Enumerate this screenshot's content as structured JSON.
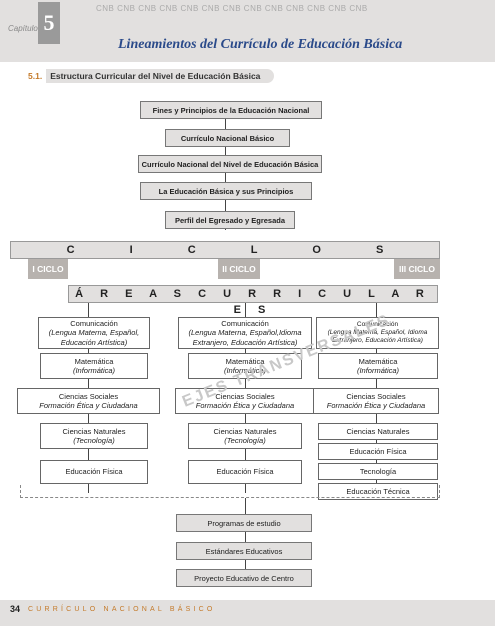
{
  "header": {
    "chapter_label": "Capítulo",
    "chapter_number": "5",
    "cnb_strip": "CNB CNB CNB CNB CNB CNB CNB CNB CNB CNB CNB CNB CNB",
    "title": "Lineamientos del Currículo de Educación Básica"
  },
  "section": {
    "number": "5.1.",
    "title": "Estructura Curricular del Nivel de Educación Básica"
  },
  "top_chain": [
    "Fines y Principios de la Educación Nacional",
    "Currículo Nacional Básico",
    "Currículo Nacional del Nivel  de Educación Básica",
    "La Educación Básica y sus Principios",
    "Perfil del Egresado y Egresada"
  ],
  "ciclos": {
    "band": "C I C L O S",
    "tags": [
      "I CICLO",
      "II CICLO",
      "III CICLO"
    ]
  },
  "areas_band": "Á R E A S   C U R R I C U L A R E S",
  "columns": {
    "col1": {
      "com_title": "Comunicación",
      "com_sub": "(Lengua Materna, Español, Educación Artística)",
      "mat_title": "Matemática",
      "mat_sub": "(Informática)",
      "soc_title": "Ciencias Sociales",
      "soc_sub": "Formación Ética y Ciudadana",
      "nat_title": "Ciencias Naturales",
      "nat_sub": "(Tecnología)",
      "fis": "Educación Física"
    },
    "col2": {
      "com_title": "Comunicación",
      "com_sub": "(Lengua Materna, Español,Idioma Extranjero, Educación Artística)",
      "mat_title": "Matemática",
      "mat_sub": "(Informática)",
      "soc_title": "Ciencias Sociales",
      "soc_sub": "Formación Ética y Ciudadana",
      "nat_title": "Ciencias Naturales",
      "nat_sub": "(Tecnología)",
      "fis": "Educación Física"
    },
    "col3": {
      "com_title": "Comunicación",
      "com_sub": "(Lengua Materna, Español, Idioma Extranjero, Educación Artística)",
      "mat_title": "Matemática",
      "mat_sub": "(Informática)",
      "soc_title": "Ciencias Sociales",
      "soc_sub": "Formación Ética y Ciudadana",
      "nat": "Ciencias Naturales",
      "fis": "Educación Física",
      "tec": "Tecnología",
      "edu_tec": "Educación Técnica"
    }
  },
  "watermark": "EJES TRANSVERSALES",
  "bottom_chain": [
    "Programas de estudio",
    "Estándares Educativos",
    "Proyecto Educativo de Centro"
  ],
  "footer": {
    "page_number": "34",
    "text": "CURRÍCULO NACIONAL BÁSICO"
  }
}
